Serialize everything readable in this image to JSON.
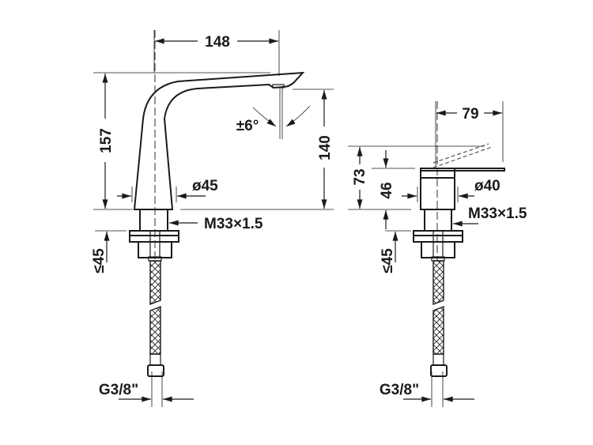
{
  "left_view": {
    "spout_reach": "148",
    "total_height": "157",
    "outlet_height": "140",
    "swivel_angle": "±6°",
    "body_diameter": "ø45",
    "thread": "M33×1.5",
    "max_deck_thickness": "≤45",
    "connection": "G3/8\""
  },
  "right_view": {
    "lever_reach": "79",
    "total_height": "73",
    "body_height": "46",
    "body_diameter": "ø40",
    "thread": "M33×1.5",
    "max_deck_thickness": "≤45",
    "connection": "G3/8\""
  }
}
